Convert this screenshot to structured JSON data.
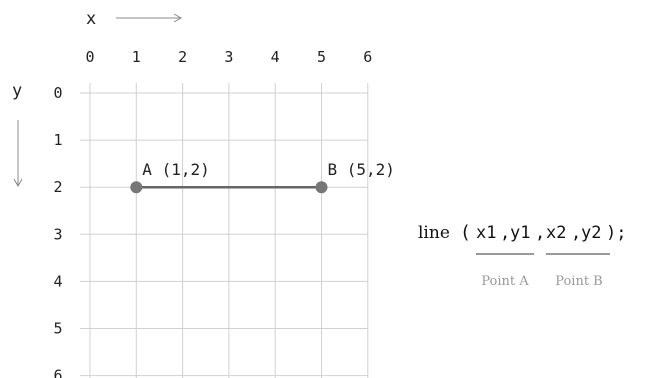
{
  "axes": {
    "x_label": "x",
    "y_label": "y",
    "x_ticks": [
      "0",
      "1",
      "2",
      "3",
      "4",
      "5",
      "6"
    ],
    "y_ticks": [
      "0",
      "1",
      "2",
      "3",
      "4",
      "5",
      "6"
    ]
  },
  "points": [
    {
      "id": "a",
      "label": "A (1,2)",
      "x": 1,
      "y": 2
    },
    {
      "id": "b",
      "label": "B (5,2)",
      "x": 5,
      "y": 2
    }
  ],
  "code": {
    "func": "line",
    "open_paren": "(",
    "arg1": "x1",
    "arg2": "y1",
    "arg3": "x2",
    "arg4": "y2",
    "comma": ",",
    "close": ");"
  },
  "captions": {
    "point_a": "Point A",
    "point_b": "Point B"
  },
  "colors": {
    "grid": "#d0d0d0",
    "point": "#777777",
    "segment": "#666666",
    "underline": "#999999",
    "caption": "#999999",
    "arrow": "#888888"
  }
}
